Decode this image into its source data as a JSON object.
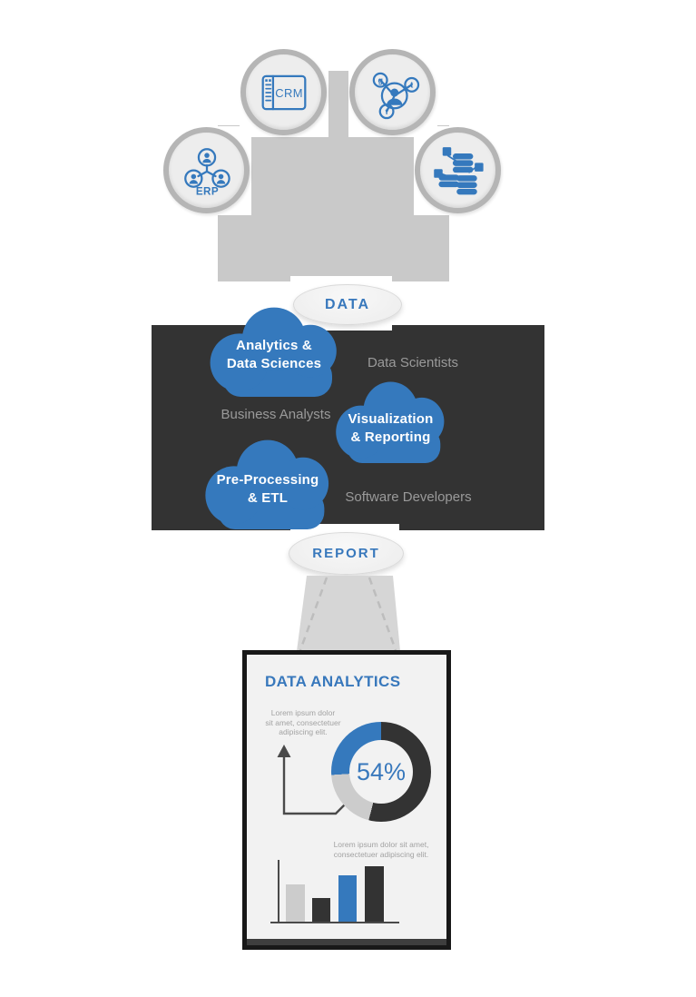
{
  "colors": {
    "blue": "#3579bd",
    "dark": "#333333",
    "lightGray": "#cccccc",
    "funnel": "#c9c9c9",
    "labelBlue": "#3878bc"
  },
  "labels": {
    "data": "DATA",
    "report": "REPORT"
  },
  "sources": {
    "crm": {
      "label": "CRM"
    },
    "social": {
      "letters": [
        "g",
        "t",
        "f"
      ]
    },
    "erp": {
      "label": "ERP"
    },
    "database": {
      "name": "databases"
    }
  },
  "process": {
    "clouds": [
      {
        "lines": [
          "Analytics &",
          "Data Sciences"
        ]
      },
      {
        "lines": [
          "Visualization",
          "& Reporting"
        ]
      },
      {
        "lines": [
          "Pre-Processing",
          "& ETL"
        ]
      }
    ],
    "roles": [
      "Data Scientists",
      "Business Analysts",
      "Software Developers"
    ]
  },
  "poster": {
    "title": "DATA ANALYTICS",
    "para1": [
      "Lorem ipsum dolor",
      "sit amet, consectetuer",
      "adipiscing elit."
    ],
    "para2": [
      "Lorem ipsum dolor sit amet,",
      "consectetuer adipiscing elit."
    ],
    "donut": {
      "label": "54%",
      "segments": [
        {
          "color": "dark",
          "pct": 54
        },
        {
          "color": "lightGray",
          "pct": 20
        },
        {
          "color": "blue",
          "pct": 26
        }
      ]
    },
    "bars": [
      {
        "color": "lightGray",
        "h": 43
      },
      {
        "color": "dark",
        "h": 28
      },
      {
        "color": "blue",
        "h": 53
      },
      {
        "color": "dark",
        "h": 63
      }
    ]
  },
  "chart_data": [
    {
      "type": "pie",
      "title": "Donut chart on report poster",
      "labels": [
        "dark segment",
        "light-gray segment",
        "blue segment"
      ],
      "values": [
        54,
        20,
        26
      ],
      "center_label": "54%"
    },
    {
      "type": "bar",
      "title": "Bar chart on report poster (no axis labels)",
      "values": [
        43,
        28,
        53,
        63
      ],
      "colors": [
        "light-gray",
        "dark",
        "blue",
        "dark"
      ]
    }
  ]
}
